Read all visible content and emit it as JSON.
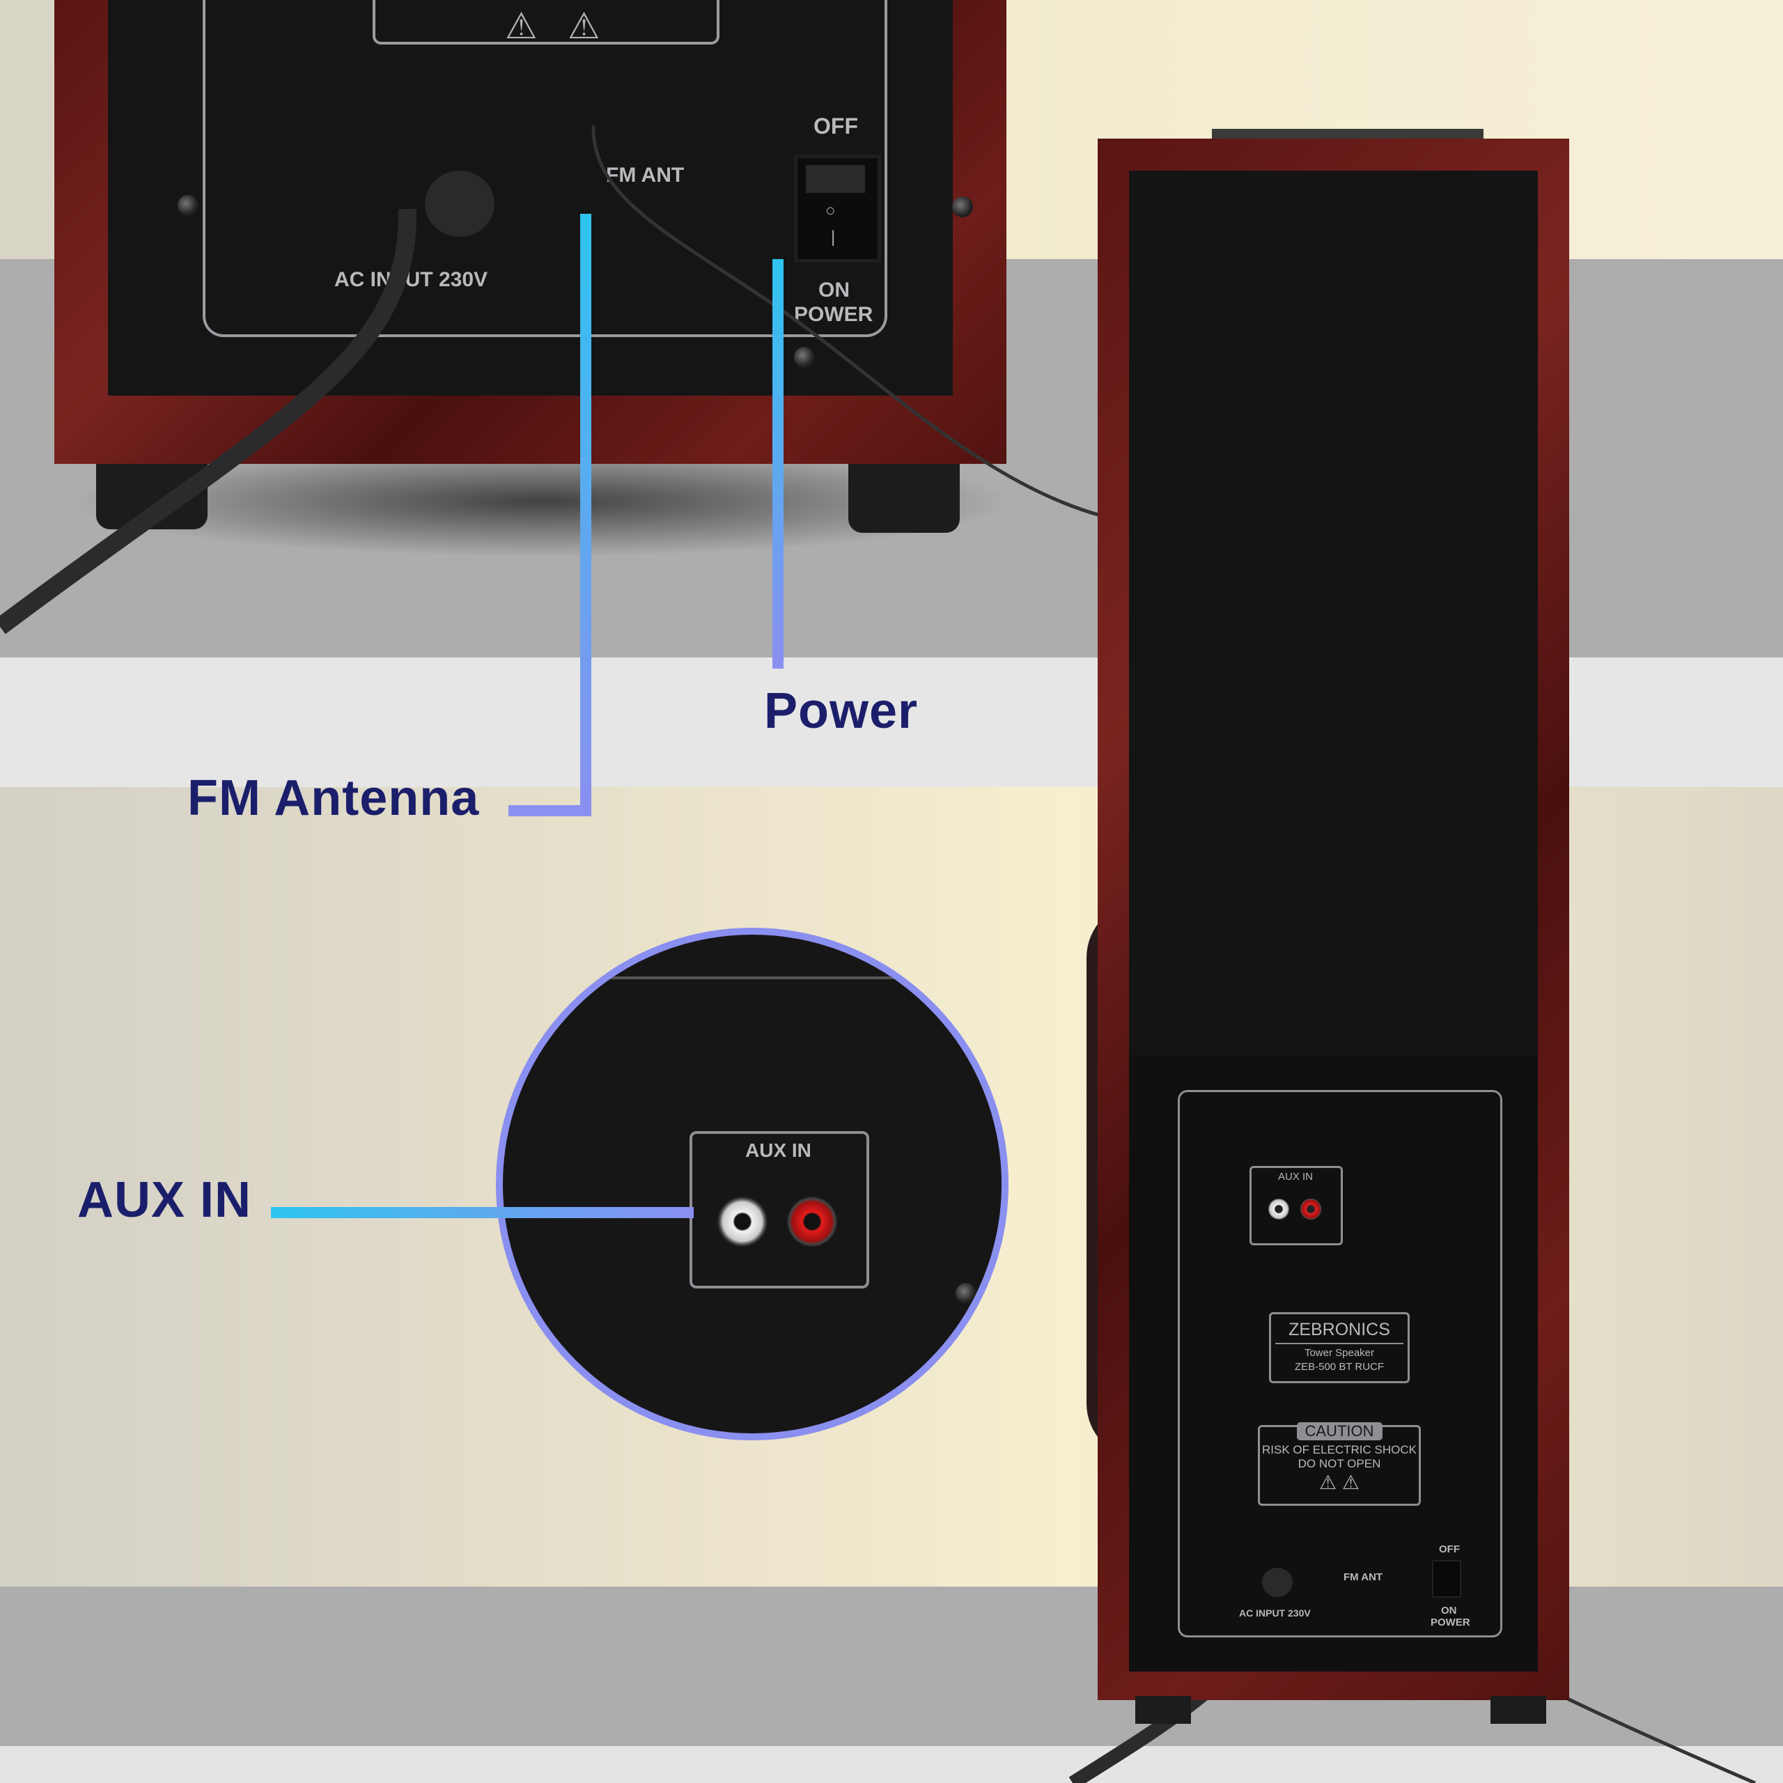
{
  "callouts": {
    "power": "Power",
    "fm_antenna": "FM Antenna",
    "aux_in": "AUX IN"
  },
  "subwoofer_panel": {
    "fm_ant": "FM ANT",
    "off": "OFF",
    "on": "ON",
    "power": "POWER",
    "ac_input": "AC INPUT 230V"
  },
  "zoom_circle": {
    "aux_in": "AUX IN"
  },
  "tower_panel": {
    "aux_in": "AUX IN",
    "brand": "ZEBRONICS",
    "product_type": "Tower Speaker",
    "model": "ZEB-500 BT RUCF",
    "caution": "CAUTION",
    "warning_line1": "RISK OF ELECTRIC SHOCK",
    "warning_line2": "DO NOT OPEN",
    "fm_ant": "FM ANT",
    "off": "OFF",
    "on": "ON",
    "power": "POWER",
    "ac_input": "AC INPUT 230V"
  },
  "colors": {
    "callout_text": "#1b1f6b",
    "line_start": "#2ec4f0",
    "line_end": "#8a8ff0",
    "circle_border": "#8a8ff0",
    "wood": "#6e1d19"
  }
}
